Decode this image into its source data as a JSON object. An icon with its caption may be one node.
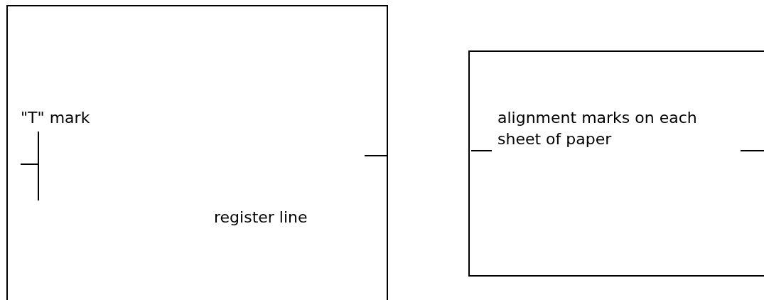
{
  "diagram": {
    "nodes": [
      {
        "text": [
          "\"T\" mark",
          "register line"
        ]
      },
      {
        "text": [
          "alignment marks on each sheet of paper"
        ]
      }
    ]
  }
}
